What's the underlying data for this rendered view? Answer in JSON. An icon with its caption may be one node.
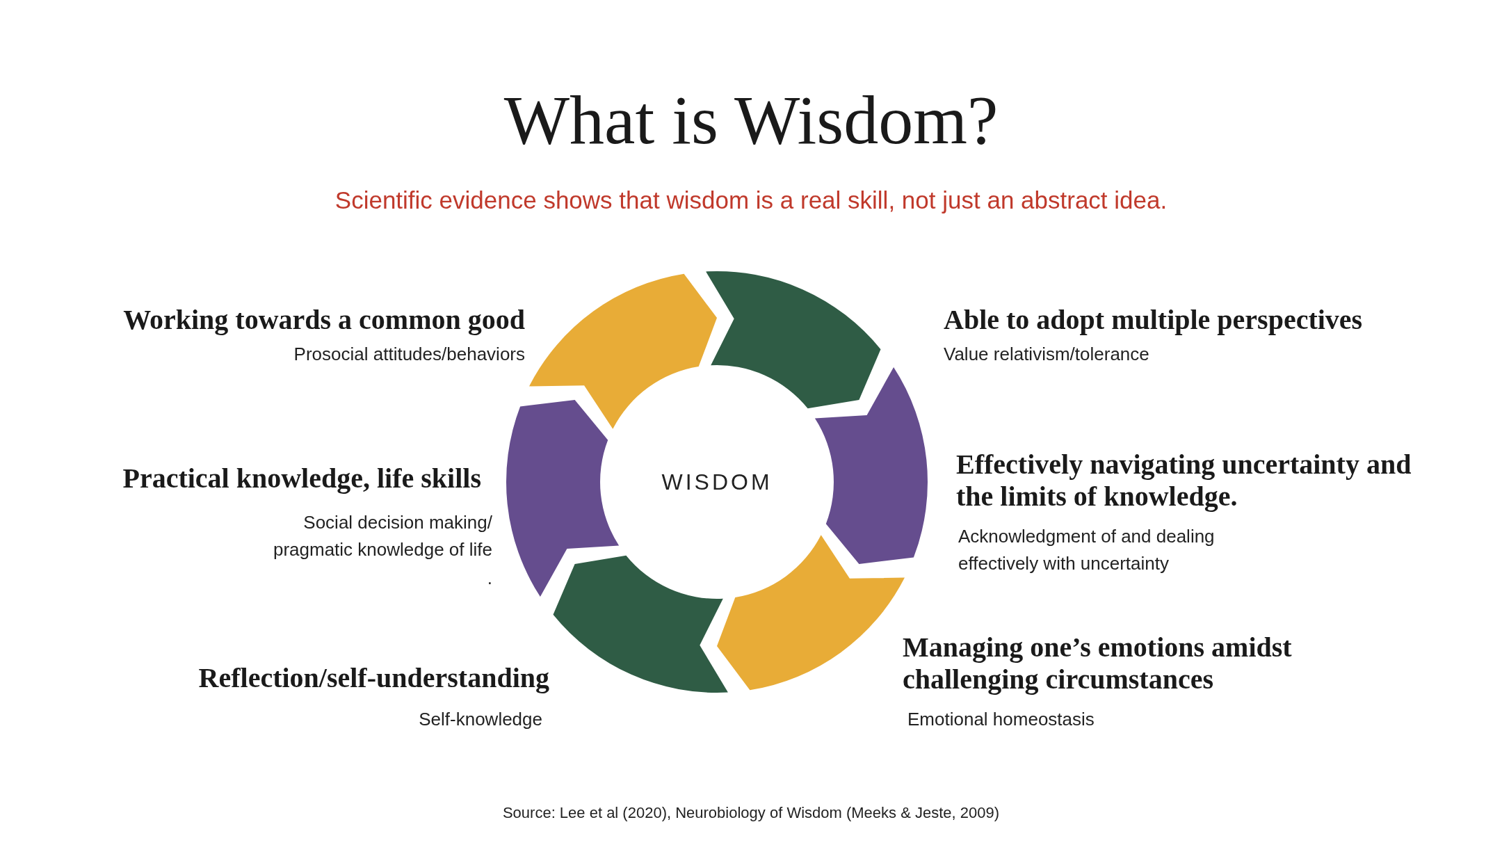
{
  "diagram": {
    "title": "What is Wisdom?",
    "caption": "Source: Lee et al (2020), Neurobiology of Wisdom (Meeks & Jeste, 2009)",
    "nodes": [
      {
        "text": [
          "WISDOM"
        ]
      }
    ],
    "labels": [
      "Scientific evidence shows that wisdom is a real skill, not just an abstract idea.",
      "Working towards a common good",
      "Able to adopt multiple perspectives",
      "Prosocial attitudes/behaviors",
      "Value relativism/tolerance",
      "Effectively navigating uncertainty and the limits of knowledge.",
      "Practical knowledge, life skills",
      "Social decision making/ pragmatic knowledge of life",
      "Acknowledgment of and dealing effectively with uncertainty",
      ".",
      "Managing one’s emotions amidst challenging circumstances",
      "Reflection/self-understanding",
      "Self-knowledge",
      "Emotional homeostasis"
    ]
  }
}
